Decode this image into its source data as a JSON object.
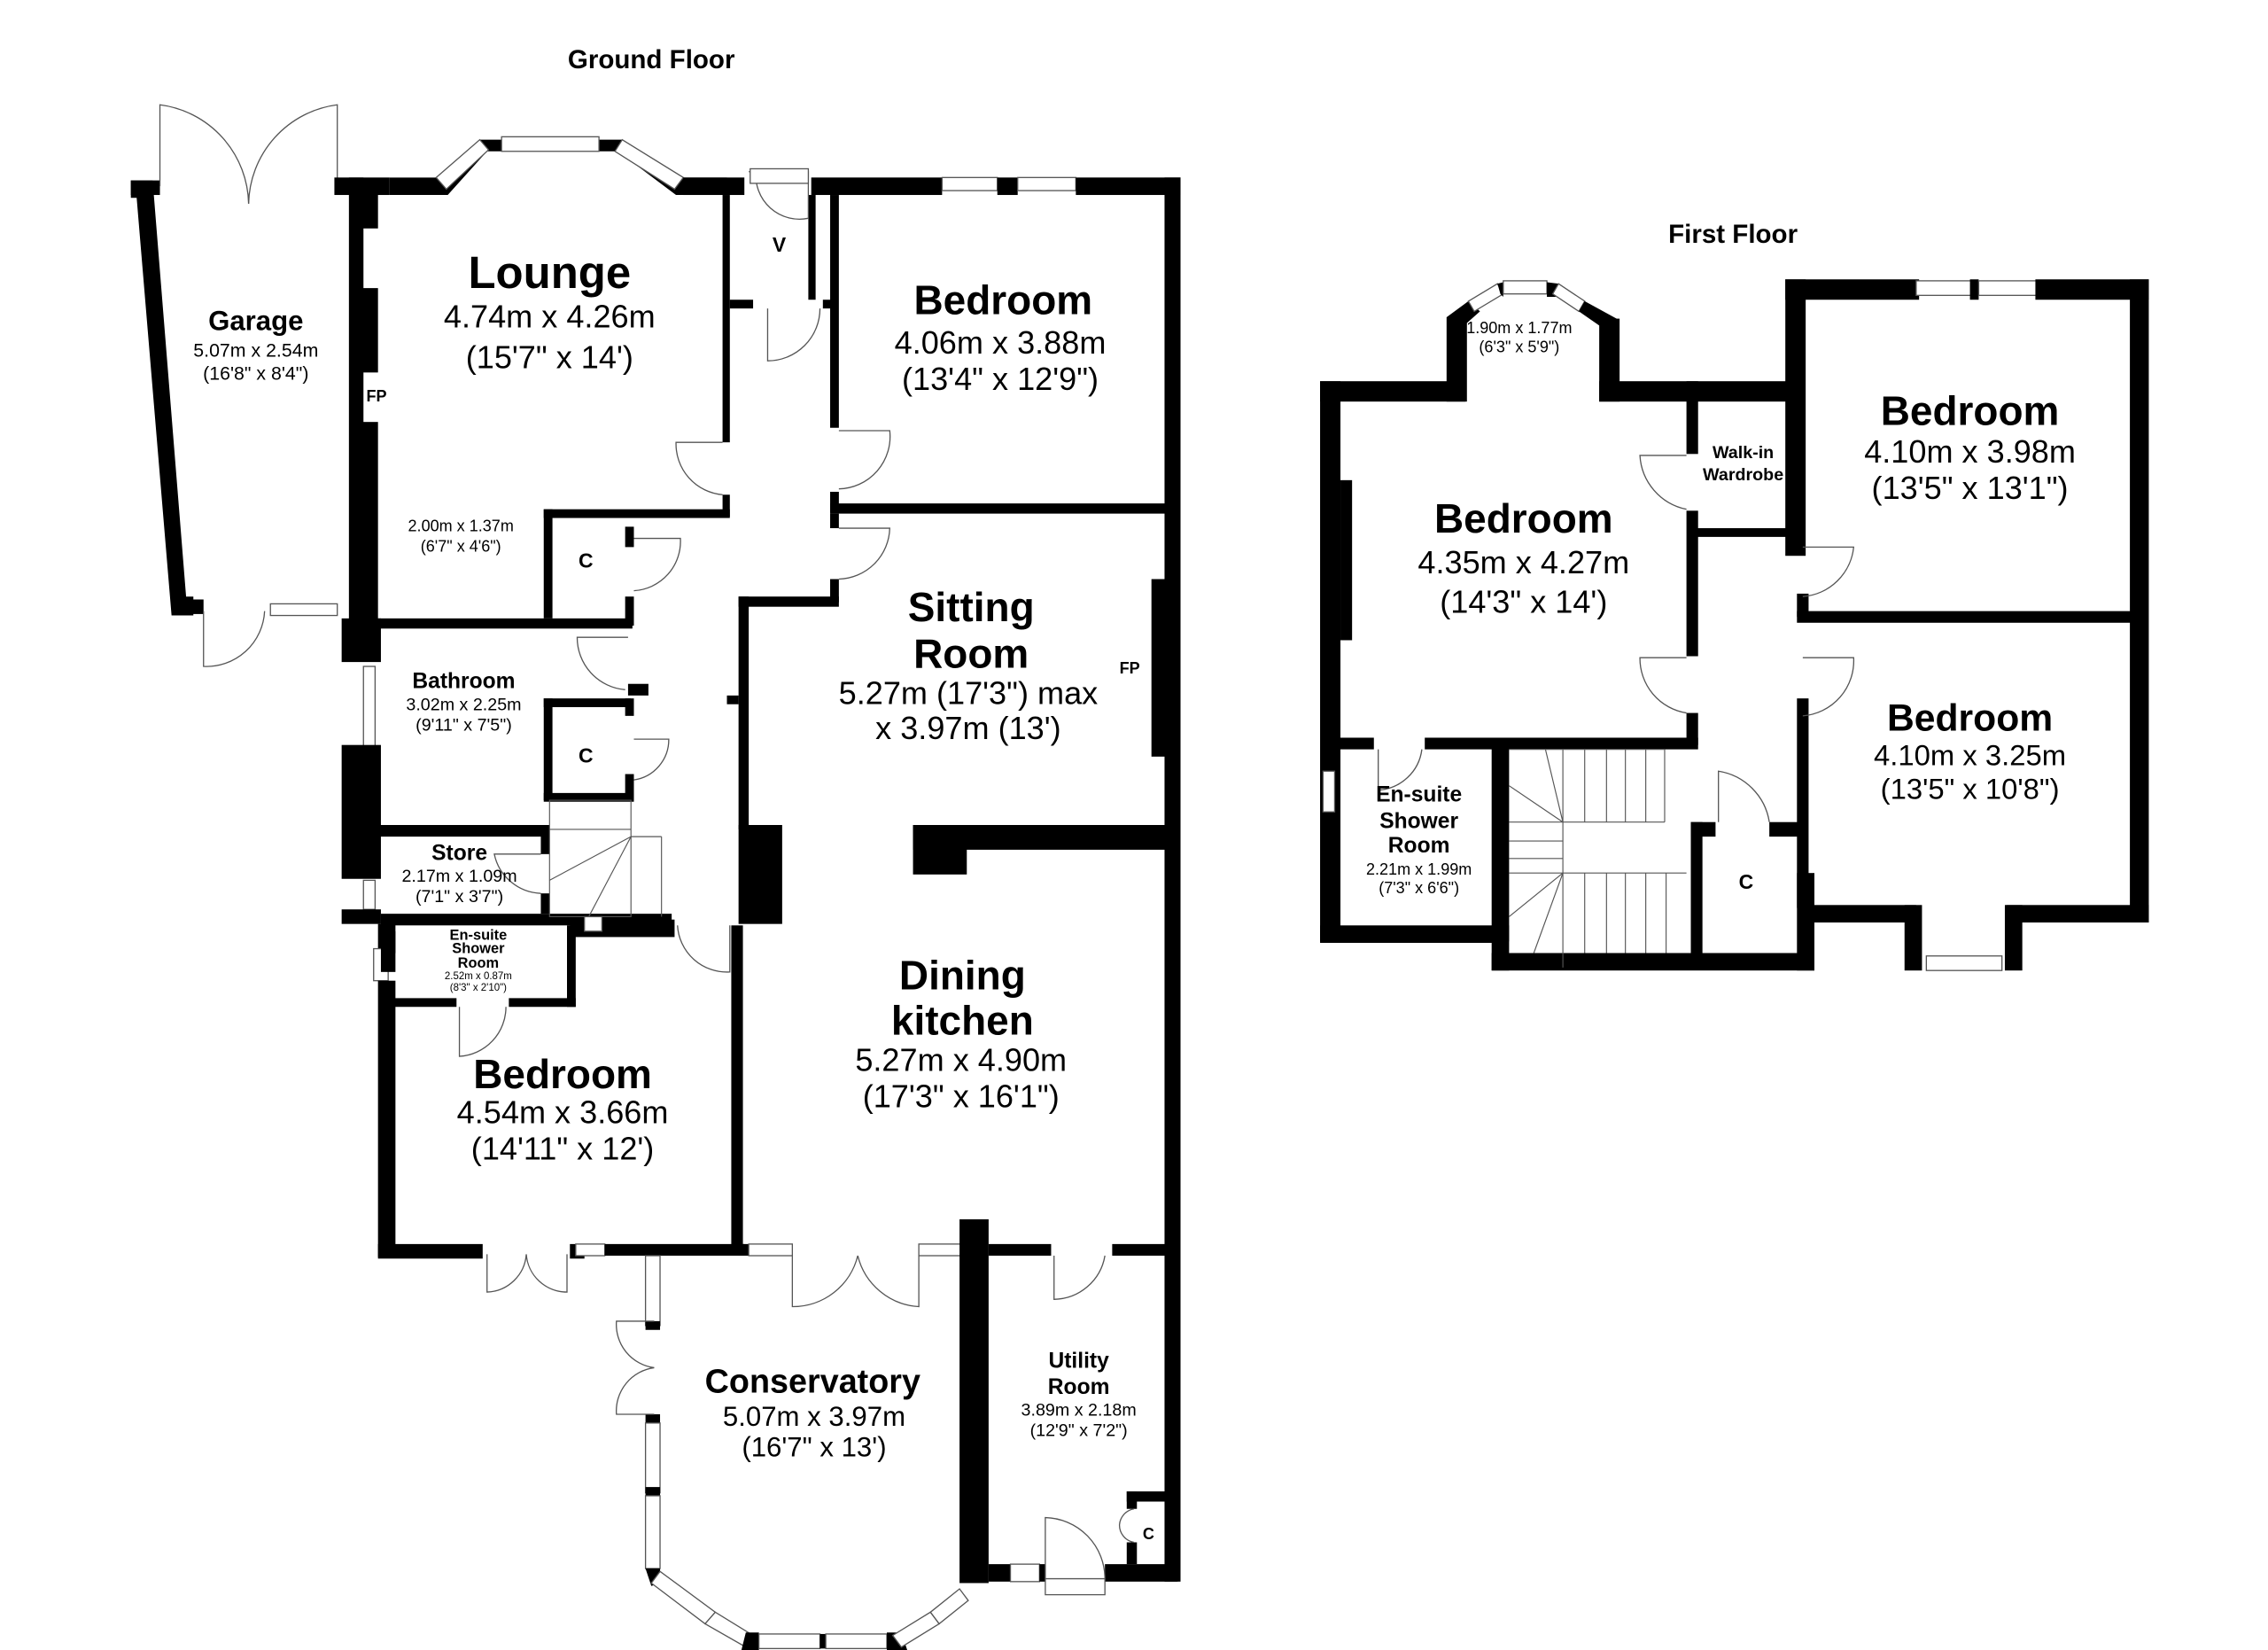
{
  "floors": {
    "ground": {
      "title": "Ground Floor",
      "rooms": {
        "garage": {
          "name": "Garage",
          "metric": "5.07m x 2.54m",
          "imperial": "(16'8\" x 8'4\")"
        },
        "lounge": {
          "name": "Lounge",
          "metric": "4.74m x 4.26m",
          "imperial": "(15'7\" x 14')",
          "fp": "FP",
          "recess_metric": "2.00m x 1.37m",
          "recess_imperial": "(6'7\" x 4'6\")"
        },
        "vestibule": {
          "marker": "V"
        },
        "bedroom_front": {
          "name": "Bedroom",
          "metric": "4.06m x 3.88m",
          "imperial": "(13'4\" x 12'9\")"
        },
        "cupboard_1": {
          "marker": "C"
        },
        "cupboard_2": {
          "marker": "C"
        },
        "sitting_room": {
          "name_line1": "Sitting",
          "name_line2": "Room",
          "line1": "5.27m (17'3\") max",
          "line2": "x 3.97m (13')",
          "fp": "FP"
        },
        "bathroom": {
          "name": "Bathroom",
          "metric": "3.02m x 2.25m",
          "imperial": "(9'11\" x 7'5\")"
        },
        "store": {
          "name": "Store",
          "metric": "2.17m x 1.09m",
          "imperial": "(7'1\" x 3'7\")"
        },
        "ensuite": {
          "name_line1": "En-suite",
          "name_line2": "Shower",
          "name_line3": "Room",
          "metric": "2.52m x 0.87m",
          "imperial": "(8'3\" x 2'10\")"
        },
        "bedroom_rear": {
          "name": "Bedroom",
          "metric": "4.54m x 3.66m",
          "imperial": "(14'11\" x 12')"
        },
        "dining_kitchen": {
          "name_line1": "Dining",
          "name_line2": "kitchen",
          "metric": "5.27m x 4.90m",
          "imperial": "(17'3\" x 16'1\")"
        },
        "conservatory": {
          "name": "Conservatory",
          "metric": "5.07m x 3.97m",
          "imperial": "(16'7\" x 13')"
        },
        "utility": {
          "name_line1": "Utility",
          "name_line2": "Room",
          "metric": "3.89m x 2.18m",
          "imperial": "(12'9\" x 7'2\")",
          "cupboard": "C"
        }
      }
    },
    "first": {
      "title": "First Floor",
      "rooms": {
        "bay": {
          "metric": "1.90m x 1.77m",
          "imperial": "(6'3\" x 5'9\")"
        },
        "bedroom_main": {
          "name": "Bedroom",
          "metric": "4.35m x 4.27m",
          "imperial": "(14'3\" x 14')"
        },
        "walkin": {
          "name_line1": "Walk-in",
          "name_line2": "Wardrobe"
        },
        "bedroom_front": {
          "name": "Bedroom",
          "metric": "4.10m x 3.98m",
          "imperial": "(13'5\" x 13'1\")"
        },
        "bedroom_rear": {
          "name": "Bedroom",
          "metric": "4.10m x 3.25m",
          "imperial": "(13'5\" x 10'8\")"
        },
        "ensuite": {
          "name_line1": "En-suite",
          "name_line2": "Shower",
          "name_line3": "Room",
          "metric": "2.21m x 1.99m",
          "imperial": "(7'3\" x 6'6\")"
        },
        "cupboard": {
          "marker": "C"
        }
      }
    }
  },
  "colors": {
    "wall": "#000000",
    "background": "#ffffff",
    "line": "#555555"
  }
}
